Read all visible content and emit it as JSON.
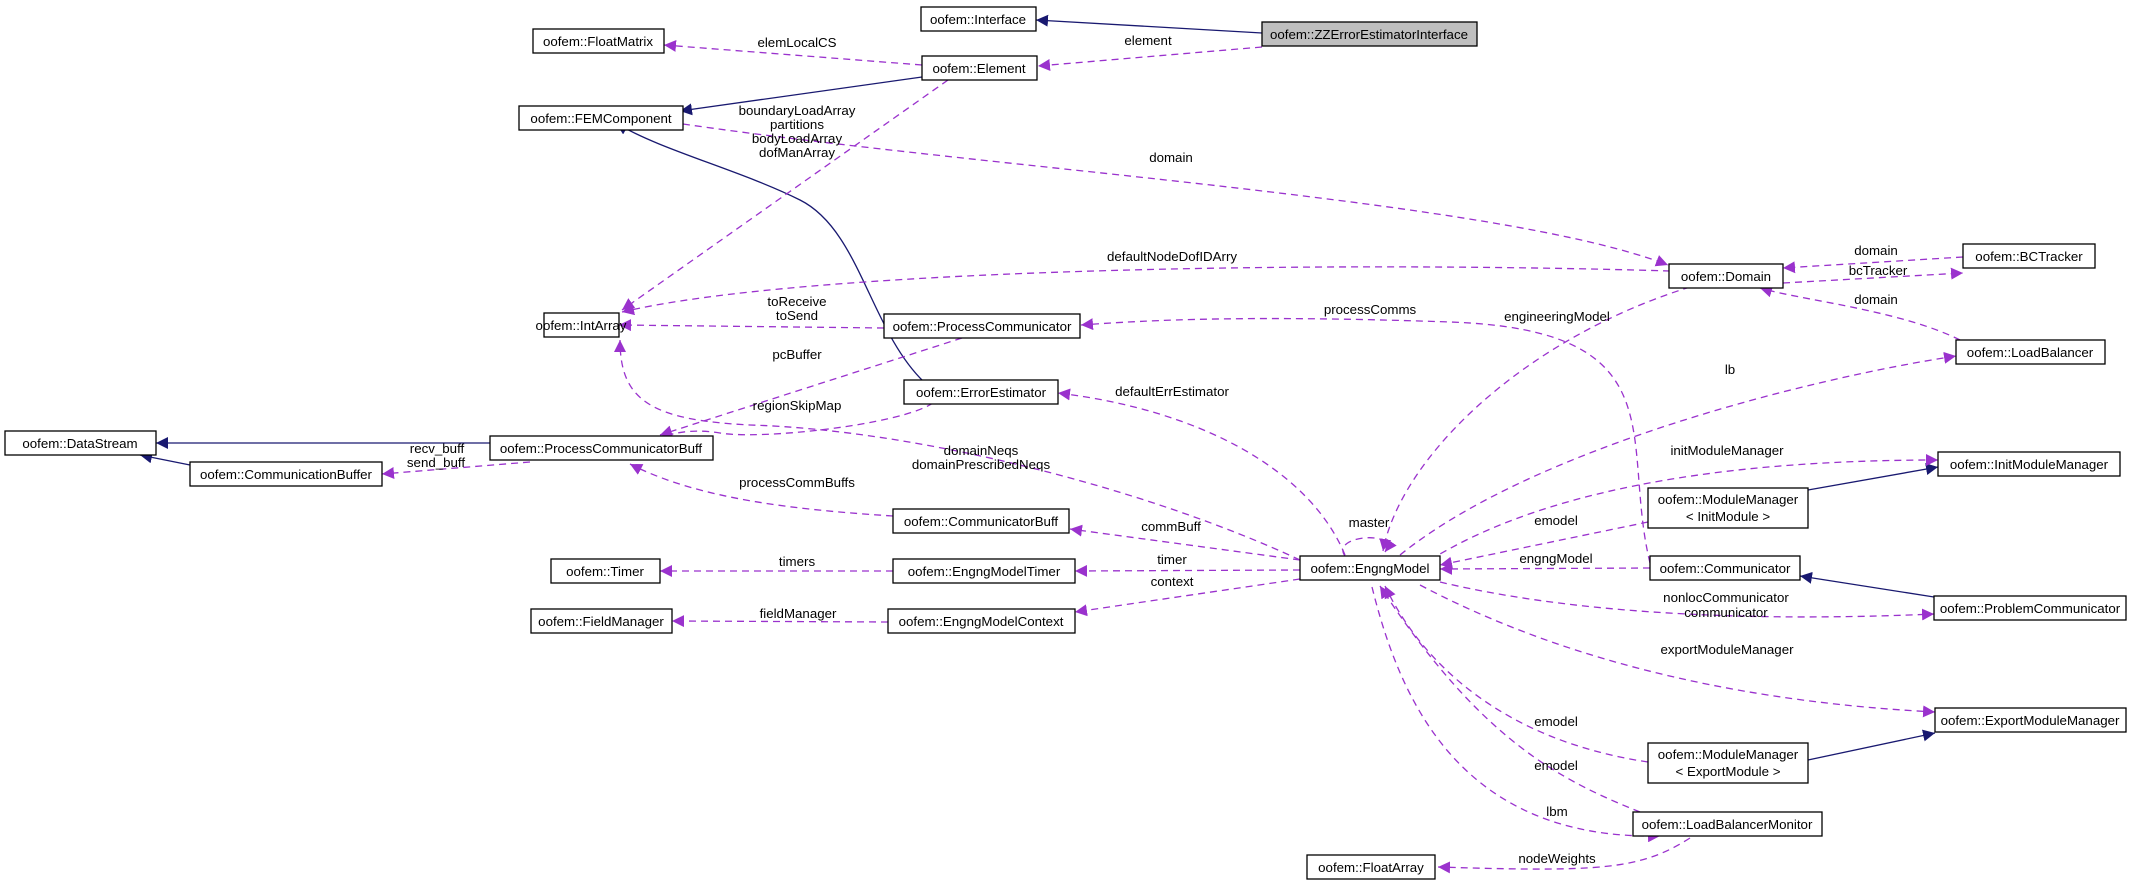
{
  "nodes": {
    "zz": "oofem::ZZErrorEstimatorInterface",
    "interface": "oofem::Interface",
    "element": "oofem::Element",
    "floatmatrix": "oofem::FloatMatrix",
    "femcomponent": "oofem::FEMComponent",
    "intarray": "oofem::IntArray",
    "datastream": "oofem::DataStream",
    "commbuffer": "oofem::CommunicationBuffer",
    "pcbuff": "oofem::ProcessCommunicatorBuff",
    "processcomm": "oofem::ProcessCommunicator",
    "errorestimator": "oofem::ErrorEstimator",
    "communicatorbuff": "oofem::CommunicatorBuff",
    "timer": "oofem::Timer",
    "engngmodeltimer": "oofem::EngngModelTimer",
    "fieldmanager": "oofem::FieldManager",
    "engngmodelcontext": "oofem::EngngModelContext",
    "floatarray": "oofem::FloatArray",
    "engngmodel": "oofem::EngngModel",
    "domain": "oofem::Domain",
    "bctracker": "oofem::BCTracker",
    "loadbalancer": "oofem::LoadBalancer",
    "initmodulemanager": "oofem::InitModuleManager",
    "mminit_line1": "oofem::ModuleManager",
    "mminit_line2": "< InitModule >",
    "communicator": "oofem::Communicator",
    "problemcomm": "oofem::ProblemCommunicator",
    "exportmodulemanager": "oofem::ExportModuleManager",
    "mmexport_line1": "oofem::ModuleManager",
    "mmexport_line2": "< ExportModule >",
    "lbmonitor": "oofem::LoadBalancerMonitor"
  },
  "edge_labels": {
    "element": "element",
    "elemLocalCS": "elemLocalCS",
    "boundaryLoadArray": "boundaryLoadArray",
    "partitions": "partitions",
    "bodyLoadArray": "bodyLoadArray",
    "dofManArray": "dofManArray",
    "domain_fem": "domain",
    "defaultNodeDofIDArry": "defaultNodeDofIDArry",
    "domain_bct": "domain",
    "bcTracker": "bcTracker",
    "domain_lb": "domain",
    "toReceive": "toReceive",
    "toSend": "toSend",
    "processComms": "processComms",
    "engineeringModel": "engineeringModel",
    "pcBuffer": "pcBuffer",
    "regionSkipMap": "regionSkipMap",
    "lb": "lb",
    "defaultErrEstimator": "defaultErrEstimator",
    "recv_buff": "recv_buff",
    "send_buff": "send_buff",
    "domainNeqs": "domainNeqs",
    "domainPrescribedNeqs": "domainPrescribedNeqs",
    "initModuleManager": "initModuleManager",
    "processCommBuffs": "processCommBuffs",
    "master": "master",
    "emodel_init": "emodel",
    "commBuff": "commBuff",
    "timers": "timers",
    "timer": "timer",
    "engngModel": "engngModel",
    "context": "context",
    "fieldManager": "fieldManager",
    "nonlocCommunicator": "nonlocCommunicator",
    "communicator": "communicator",
    "exportModuleManager": "exportModuleManager",
    "emodel_export": "emodel",
    "emodel_lbm": "emodel",
    "lbm": "lbm",
    "nodeWeights": "nodeWeights"
  },
  "colors": {
    "inheritance_edge": "#191970",
    "usage_edge": "#9a32cd",
    "focus_fill": "#bfbfbf"
  }
}
